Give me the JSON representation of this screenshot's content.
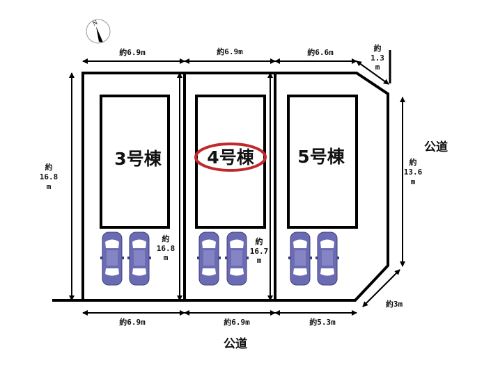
{
  "compass": {
    "label": "N"
  },
  "buildings": [
    {
      "label": "3号棟",
      "highlighted": false
    },
    {
      "label": "4号棟",
      "highlighted": true
    },
    {
      "label": "5号棟",
      "highlighted": false
    }
  ],
  "highlight_color": "#c0282d",
  "car_color": "#6b6bb3",
  "dimensions": {
    "top": [
      "約6.9m",
      "約6.9m",
      "約6.6m"
    ],
    "top_corner": [
      "約",
      "1.3",
      "m"
    ],
    "bottom": [
      "約6.9m",
      "約6.9m",
      "約5.3m"
    ],
    "bottom_corner": "約3m",
    "left": [
      "約",
      "16.8",
      "m"
    ],
    "lot1_depth": [
      "約",
      "16.8",
      "m"
    ],
    "lot2_depth": [
      "約",
      "16.7",
      "m"
    ],
    "right": [
      "約",
      "13.6",
      "m"
    ]
  },
  "roads": {
    "right": "公道",
    "bottom": "公道"
  }
}
